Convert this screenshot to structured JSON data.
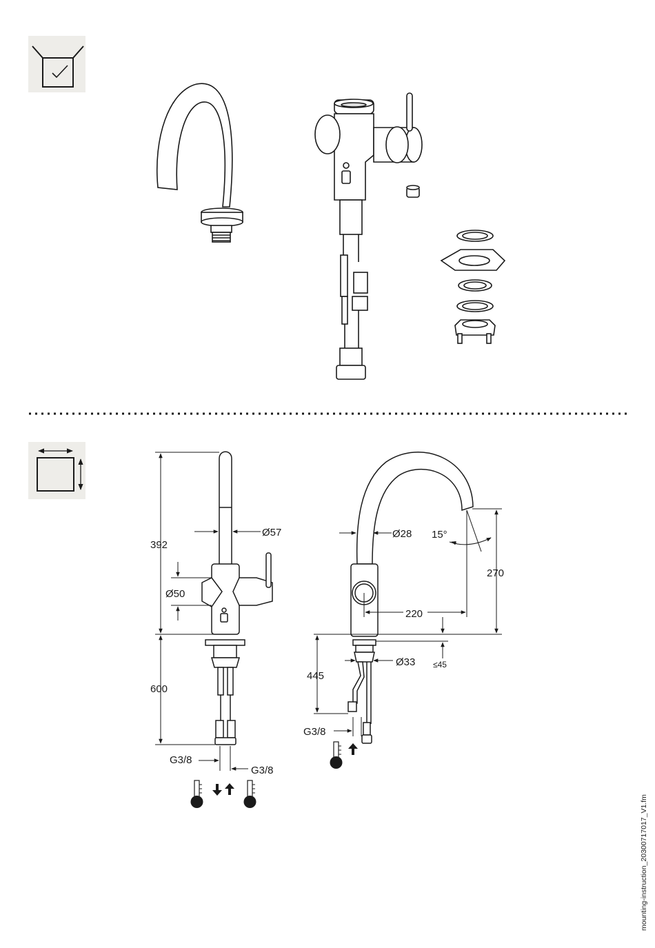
{
  "icons": {
    "scope_icon": "box-with-checkmark-icon",
    "dimensions_icon": "dimension-square-icon"
  },
  "front_view": {
    "dims": {
      "height_upper": "392",
      "spout_diameter": "Ø57",
      "body_diameter": "Ø50",
      "height_lower": "600",
      "thread_left": "G3/8",
      "thread_right": "G3/8"
    }
  },
  "side_view": {
    "dims": {
      "spout_diameter": "Ø28",
      "angle": "15°",
      "height_spout": "270",
      "reach": "220",
      "shank_diameter": "Ø33",
      "max_thickness": "≤45",
      "height_lower": "445",
      "thread": "G3/8"
    }
  },
  "colors": {
    "line": "#1a1a1a",
    "icon_bg": "#eeede9"
  },
  "footer": {
    "filename": "mounting-instruction_20300717017_V1.fm"
  }
}
